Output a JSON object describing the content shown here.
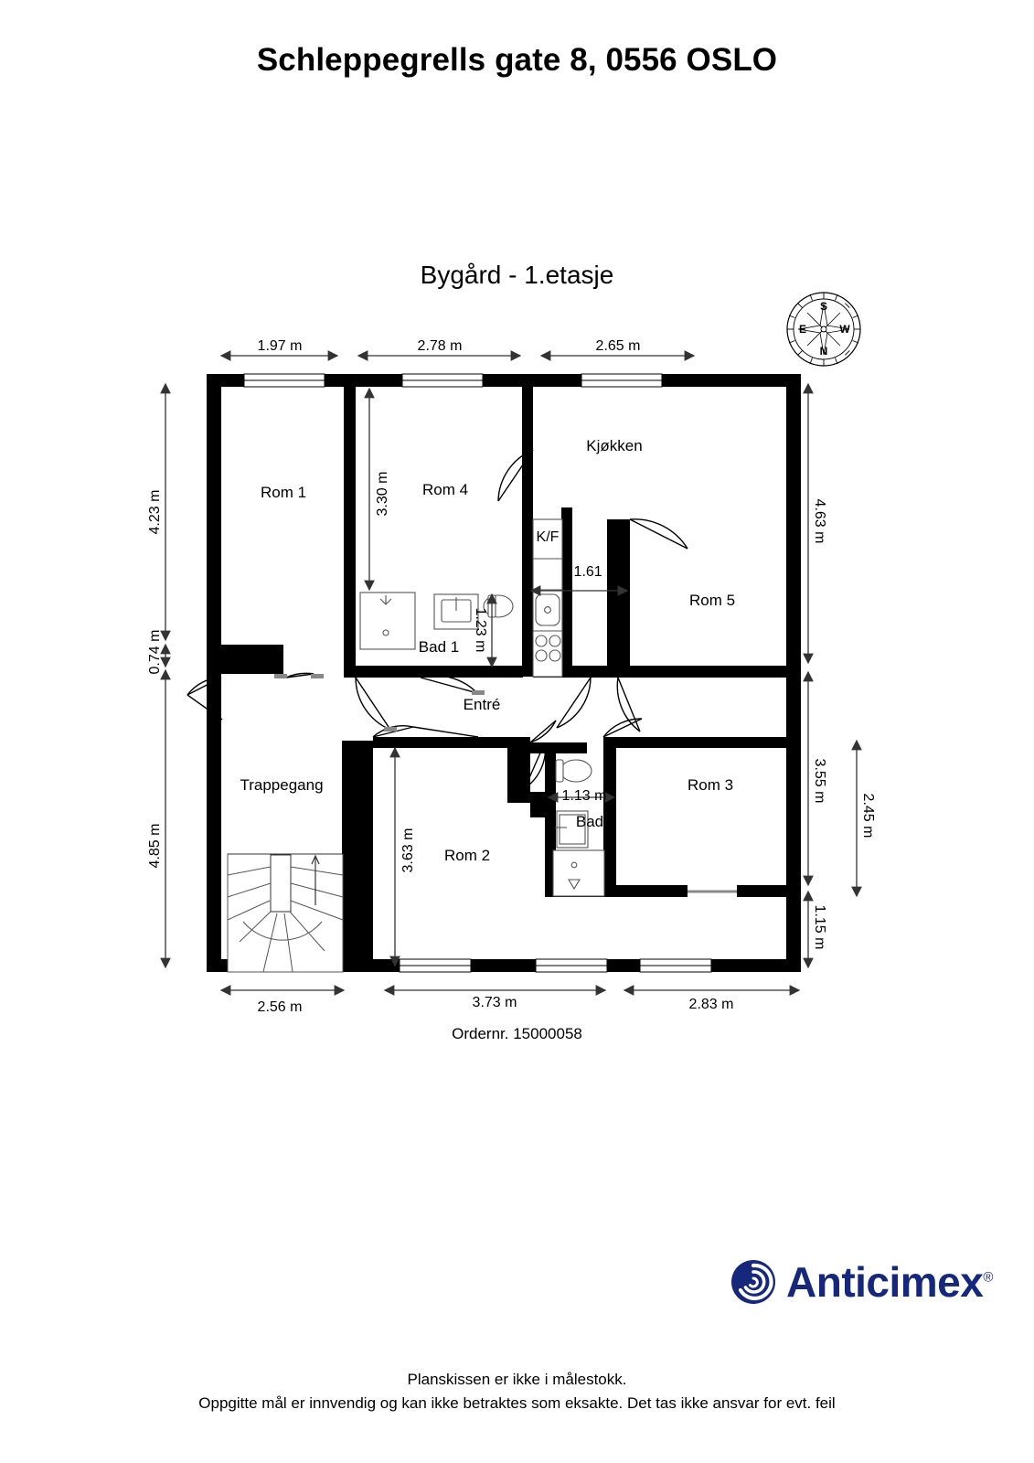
{
  "header": {
    "title": "Schleppegrells gate 8, 0556 OSLO",
    "subtitle": "Bygård  - 1.etasje"
  },
  "compass": {
    "top": "S",
    "bottom": "N",
    "left": "E",
    "right": "W"
  },
  "rooms": [
    {
      "id": "rom1",
      "label": "Rom 1"
    },
    {
      "id": "rom4",
      "label": "Rom 4"
    },
    {
      "id": "kjokken",
      "label": "Kjøkken"
    },
    {
      "id": "kf",
      "label": "K/F"
    },
    {
      "id": "rom5",
      "label": "Rom 5"
    },
    {
      "id": "bad1",
      "label": "Bad 1"
    },
    {
      "id": "entre",
      "label": "Entré"
    },
    {
      "id": "trappegang",
      "label": "Trappegang"
    },
    {
      "id": "rom2",
      "label": "Rom 2"
    },
    {
      "id": "bad",
      "label": "Bad"
    },
    {
      "id": "rom3",
      "label": "Rom 3"
    }
  ],
  "dimensions": {
    "top": [
      "1.97 m",
      "2.78 m",
      "2.65 m"
    ],
    "left": [
      "4.23 m",
      "0.74 m",
      "4.85 m"
    ],
    "right": [
      "4.63 m",
      "3.55 m",
      "1.15 m"
    ],
    "right_outer": [
      "2.45 m"
    ],
    "bottom": [
      "2.56 m",
      "3.73 m",
      "2.83 m"
    ],
    "interior": [
      "3.30 m",
      "1.23 m",
      "1.61 m",
      "3.63 m",
      "1.13 m"
    ]
  },
  "order": {
    "label": "Ordernr. 15000058"
  },
  "logo": {
    "name": "Anticimex",
    "registered": "®",
    "color": "#16287c"
  },
  "footer": {
    "line1": "Planskissen er ikke i målestokk.",
    "line2": "Oppgitte mål er innvendig og kan ikke betraktes som eksakte. Det tas ikke ansvar for evt. feil"
  },
  "colors": {
    "wall": "#000000",
    "fixture_stroke": "#555555",
    "dimension_line": "#333333",
    "background": "#ffffff"
  }
}
